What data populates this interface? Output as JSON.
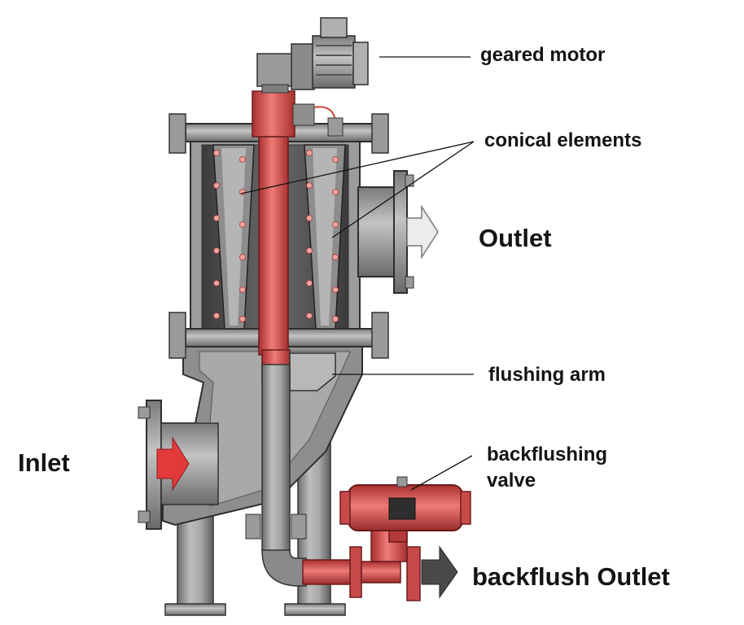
{
  "labels": {
    "geared_motor": "geared motor",
    "conical_elements": "conical elements",
    "outlet": "Outlet",
    "flushing_arm": "flushing arm",
    "backflushing_valve_line1": "backflushing",
    "backflushing_valve_line2": "valve",
    "inlet": "Inlet",
    "backflush_outlet": "backflush Outlet"
  },
  "colors": {
    "housing_gray": "#8f8f8f",
    "housing_dark": "#4a4a4a",
    "shaft_red": "#d9504f",
    "valve_red": "#c94a48",
    "arrow_outlet": "#ececec",
    "arrow_inlet": "#e23a3a",
    "arrow_backflush": "#4a4a4a"
  }
}
